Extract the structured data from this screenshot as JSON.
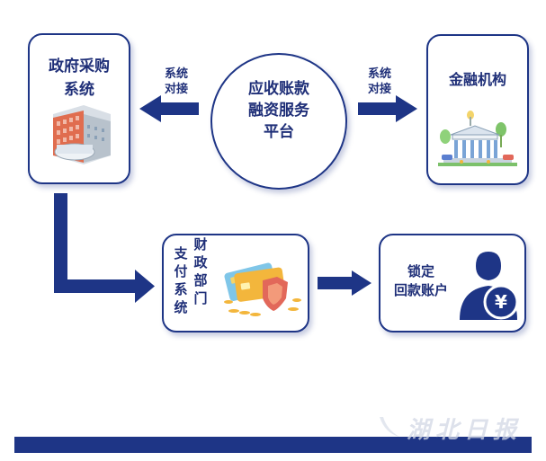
{
  "nodes": {
    "gov": {
      "line1": "政府采购",
      "line2": "系统"
    },
    "platform": {
      "line1": "应收账款",
      "line2": "融资服务",
      "line3": "平台"
    },
    "finance": {
      "label": "金融机构"
    },
    "payment": {
      "line1": "支",
      "line2": "付",
      "line3": "系",
      "line4": "统",
      "line1b": "财",
      "line2b": "政",
      "line3b": "部",
      "line4b": "门"
    },
    "lock": {
      "line1": "锁定",
      "line2": "回款账户"
    }
  },
  "connectors": {
    "left": {
      "line1": "系统",
      "line2": "对接"
    },
    "right": {
      "line1": "系统",
      "line2": "对接"
    }
  },
  "watermark": "湖北日报",
  "colors": {
    "primary": "#1e3586",
    "accent": "#f3b63c"
  }
}
